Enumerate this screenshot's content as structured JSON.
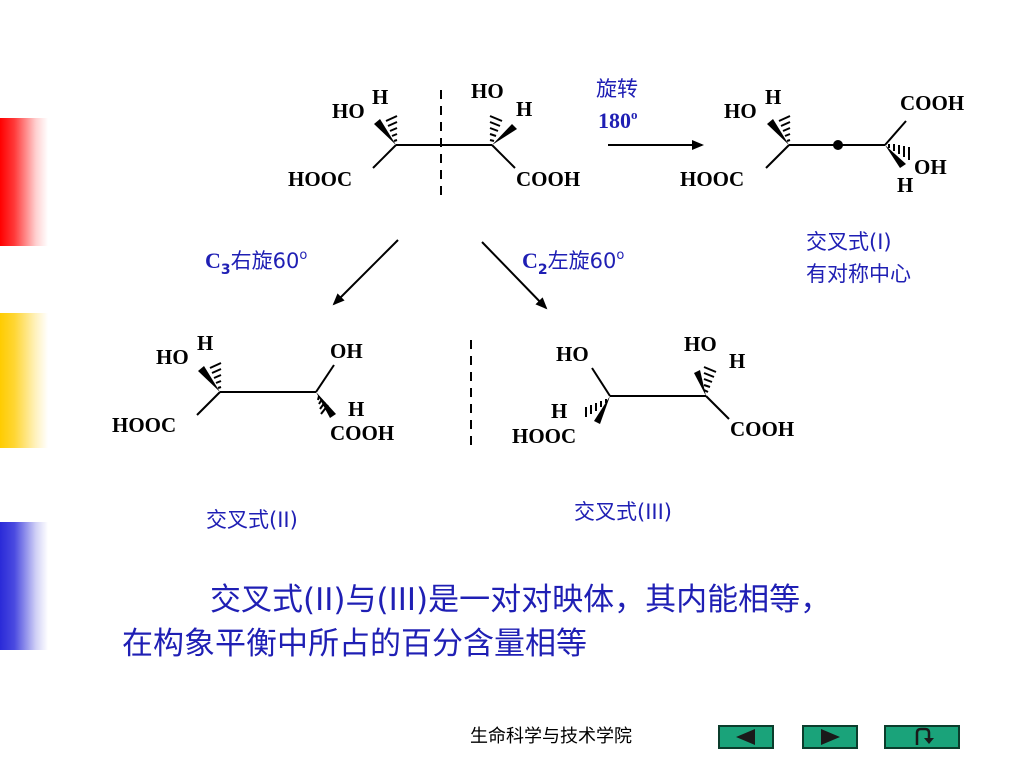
{
  "diagram": {
    "top_left": {
      "left": {
        "ho": "HO",
        "h": "H",
        "hooc": "HOOC"
      },
      "right": {
        "ho": "HO",
        "h": "H",
        "cooh": "COOH"
      }
    },
    "rotate_label": {
      "line1": "旋转",
      "line2": "180",
      "sup": "o"
    },
    "top_right": {
      "left": {
        "ho": "HO",
        "h": "H",
        "hooc": "HOOC"
      },
      "right": {
        "cooh": "COOH",
        "oh": "OH",
        "h": "H"
      },
      "caption1": "交叉式(I)",
      "caption2": "有对称中心"
    },
    "c3_label": {
      "c": "C",
      "sub": "3",
      "text": "右旋60",
      "sup": "o"
    },
    "c2_label": {
      "c": "C",
      "sub": "2",
      "text": "左旋60",
      "sup": "o"
    },
    "bottom_left": {
      "left": {
        "ho": "HO",
        "h": "H",
        "hooc": "HOOC"
      },
      "right": {
        "oh": "OH",
        "h": "H",
        "cooh": "COOH"
      },
      "caption": "交叉式(II)"
    },
    "bottom_right": {
      "left": {
        "ho": "HO",
        "h": "H",
        "hooc": "HOOC"
      },
      "right": {
        "ho": "HO",
        "h": "H",
        "cooh": "COOH"
      },
      "caption": "交叉式(III)"
    }
  },
  "caption": {
    "line1": "交叉式(II)与(III)是一对对映体，其内能相等，",
    "line2": "在构象平衡中所占的百分含量相等"
  },
  "footer": {
    "institution": "生命科学与技术学院",
    "buttons": [
      {
        "name": "prev",
        "icon": "triangle-left-icon"
      },
      {
        "name": "next",
        "icon": "triangle-right-icon"
      },
      {
        "name": "return",
        "icon": "return-arrow-icon"
      }
    ]
  },
  "colors": {
    "label": "#1f1fb4",
    "nav_button": "#1aa37a",
    "bar_red": "#ff0000",
    "bar_yellow": "#ffcc00",
    "bar_blue": "#2a2ad8"
  }
}
